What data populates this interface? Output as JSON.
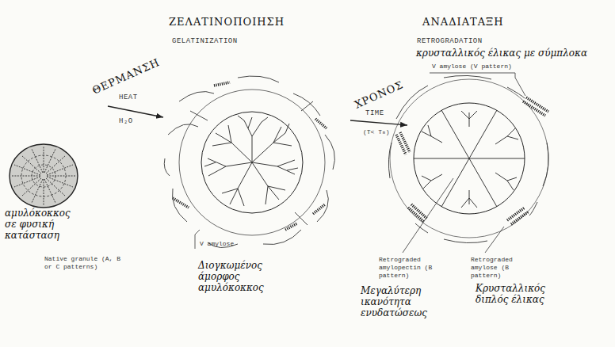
{
  "diagram": {
    "nodes": [
      {
        "text": [
          "αμυλόκοκκος σε φυσική κατάσταση",
          "Native granule (A, B or C patterns)"
        ]
      },
      {
        "text": [
          "Διογκωμένος άμορφος αμυλόκοκκος"
        ]
      },
      {
        "text": [
          "Μεγαλύτερη ικανότητα ενυδατώσεως"
        ]
      }
    ],
    "edges": [
      {
        "from": 0,
        "to": 1,
        "arrow": "to",
        "label": "HEAT"
      },
      {
        "from": 1,
        "to": 2,
        "arrow": "to",
        "label": "TIME"
      }
    ],
    "labels": [
      "ΖΕΛΑΤΙΝΟΠΟΙΗΣΗ",
      "GELATINIZATION",
      "ΑΝΑΔΙΑΤΑΞΗ",
      "RETROGRADATION",
      "κρυσταλλικός έλικας με σύμπλοκα",
      "V amylose (V pattern)",
      "ΘΕΡΜΑΝΣΗ",
      "H₂O",
      "ΧΡΟΝΟΣ",
      "(T< Tₘ)",
      "V amylose",
      "Retrograded amylopectin (B pattern)",
      "Retrograded amylose (B pattern)",
      "Κρυσταλλικός διπλός έλικας"
    ]
  }
}
